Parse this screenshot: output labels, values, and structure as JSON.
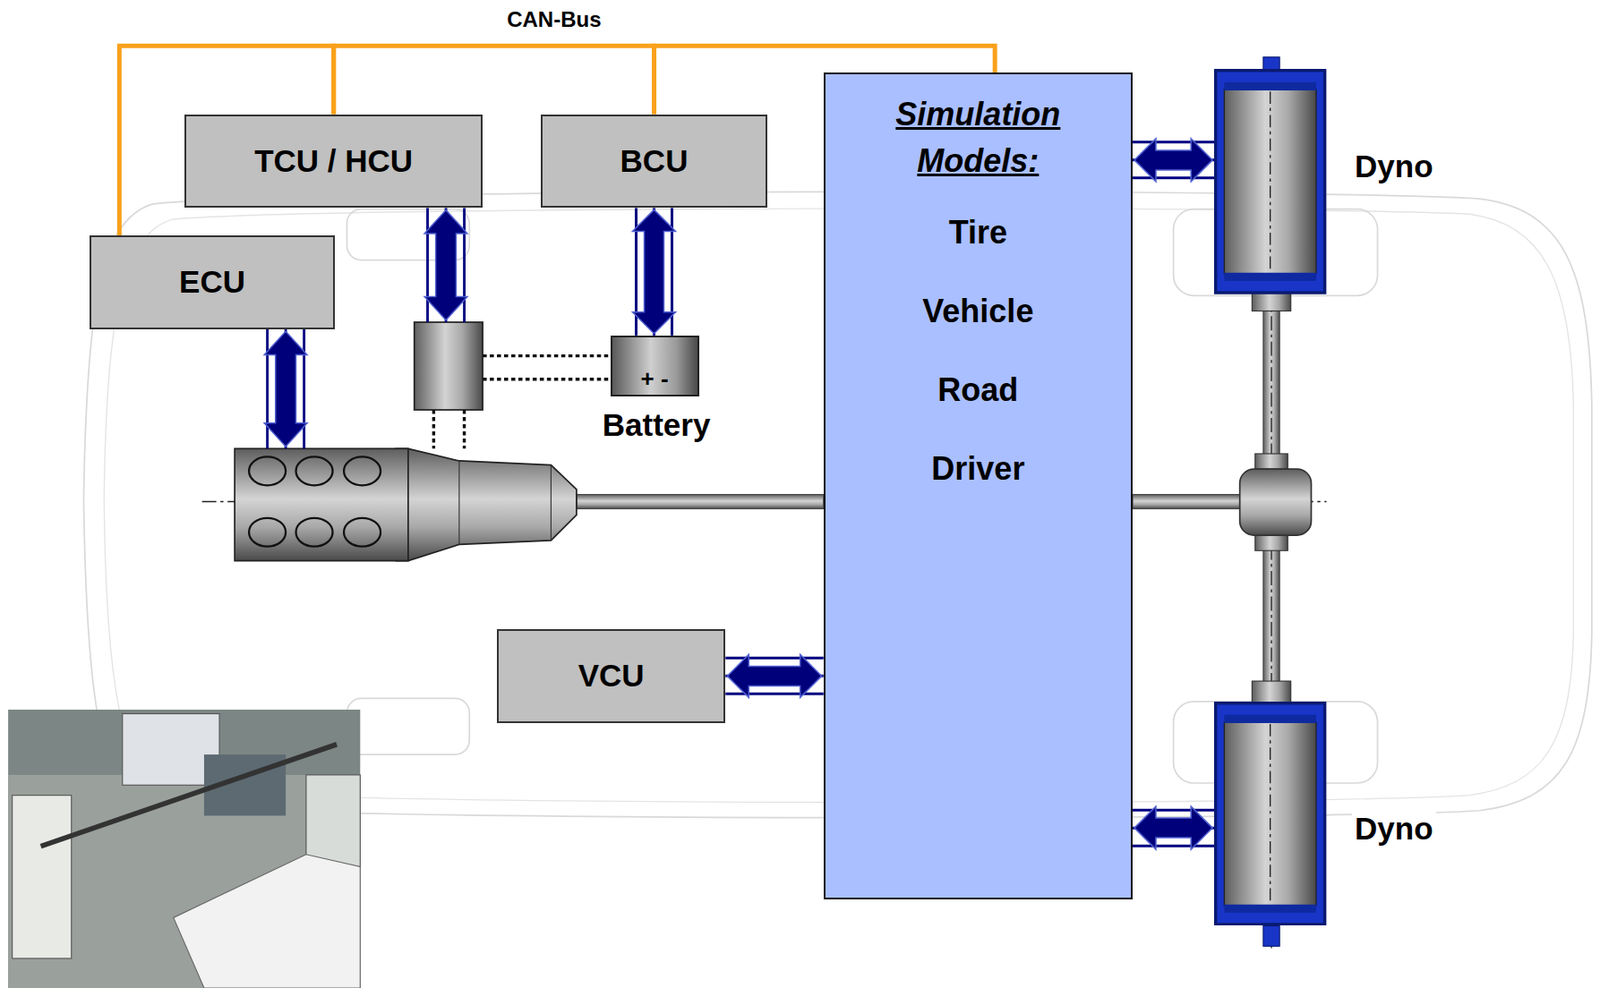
{
  "diagram": {
    "nodes": [
      {
        "text": [
          "TCU / HCU"
        ]
      },
      {
        "text": [
          "BCU"
        ]
      },
      {
        "text": [
          "Simulation Models:",
          "Tire",
          "Vehicle",
          "Road",
          "Driver"
        ]
      },
      {
        "text": [
          "Dyno"
        ]
      },
      {
        "text": [
          "ECU"
        ]
      },
      {
        "text": [
          "+ -",
          "Battery"
        ]
      },
      {
        "text": [
          "VCU"
        ]
      },
      {
        "text": [
          "Dyno"
        ]
      }
    ],
    "edges": [
      {
        "from": 4,
        "to": 0,
        "arrow": "none"
      },
      {
        "from": 0,
        "to": 1,
        "arrow": "none"
      },
      {
        "from": 1,
        "to": 2,
        "arrow": "none"
      },
      {
        "from": 1,
        "to": 5,
        "arrow": "both"
      },
      {
        "from": 6,
        "to": 2,
        "arrow": "both"
      },
      {
        "from": 2,
        "to": 3,
        "arrow": "both"
      },
      {
        "from": 2,
        "to": 7,
        "arrow": "both"
      }
    ],
    "labels": [
      "CAN-Bus"
    ]
  }
}
